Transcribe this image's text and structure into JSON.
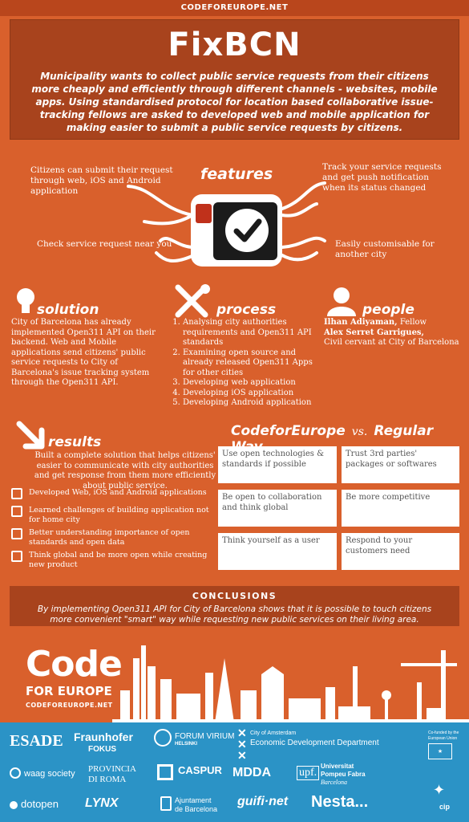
{
  "topbar": {
    "site": "CODEFOREUROPE.NET"
  },
  "hero": {
    "title": "FixBCN",
    "description": "Municipality wants to collect public service requests from their citizens more cheaply and efficiently through different channels - websites, mobile apps. Using standardised protocol for location based collaborative issue-tracking fellows are asked to developed web and mobile application for making easier to submit a public service requests by citizens."
  },
  "features": {
    "title": "features",
    "items": [
      "Citizens can submit their request through web, iOS and Android application",
      "Track your service requests and get push notification when its status changed",
      "Check service request near you",
      "Easily customisable for another city"
    ]
  },
  "solution": {
    "title": "solution",
    "text": "City of Barcelona has already implemented Open311 API on their backend. Web and Mobile applications send citizens' public service requests to City of Barcelona's issue tracking system through the Open311 API."
  },
  "process": {
    "title": "process",
    "steps": [
      "Analysing city authorities requirements and Open311 API standards",
      "Examining open source and already released Open311 Apps for other cities",
      "Developing web application",
      "Developing iOS application",
      "Developing Android application"
    ]
  },
  "people": {
    "title": "people",
    "person1_name": "Ilhan Adiyaman,",
    "person1_role": " Fellow",
    "person2_name": "Alex Serret Garrigues,",
    "person2_role": "Civil cervant at City of Barcelona"
  },
  "results": {
    "title": "results",
    "intro": "Built a complete solution that helps citizens' easier to communicate with city authorities and get response from them more efficiently about public service.",
    "items": [
      "Developed Web, iOS and Android applications",
      "Learned challenges of building application not for home city",
      "Better understanding importance of open standards and open data",
      "Think global and be more open while creating new product"
    ]
  },
  "comparison": {
    "left_title": "CodeforEurope",
    "vs": "vs.",
    "right_title": "Regular Way",
    "rows": [
      {
        "left": "Use open technologies & standards if possible",
        "right": "Trust 3rd parties' packages or softwares"
      },
      {
        "left": "Be open to collaboration and think global",
        "right": "Be more competitive"
      },
      {
        "left": "Think yourself as a user",
        "right": "Respond to your customers need"
      }
    ]
  },
  "conclusions": {
    "title": "CONCLUSIONS",
    "text": "By implementing Open311 API for City of Barcelona shows that it is possible to touch citizens more convenient \"smart\" way while requesting new public services on their living area."
  },
  "brand": {
    "line1": "Code",
    "line2": "FOR EUROPE",
    "line3": "CODEFOREUROPE.NET"
  },
  "partners": {
    "esade": "ESADE",
    "fraunhofer": "Fraunhofer",
    "fokus": "FOKUS",
    "forum_virium": "FORUM VIRIUM",
    "forum_virium_sub": "HELSINKI",
    "amsterdam_line1": "City of Amsterdam",
    "amsterdam_line2": "Economic Development Department",
    "eu_line1": "Co-funded by the",
    "eu_line2": "European Union",
    "waag": "waag society",
    "provincia1": "PROVINCIA",
    "provincia2": "DI ROMA",
    "caspur": "CASPUR",
    "mdda": "MDDA",
    "upf": "upf.",
    "upf_line1": "Universitat",
    "upf_line2": "Pompeu Fabra",
    "upf_line3": "Barcelona",
    "dotopen": "dotopen",
    "lynx": "LYNX",
    "ajuntament1": "Ajuntament",
    "ajuntament2": "de Barcelona",
    "guifi": "guifi·net",
    "nesta": "Nesta...",
    "cip": "cip"
  },
  "colors": {
    "background": "#d9602c",
    "panel": "#a8431d",
    "partner_bar": "#2b93c6"
  }
}
